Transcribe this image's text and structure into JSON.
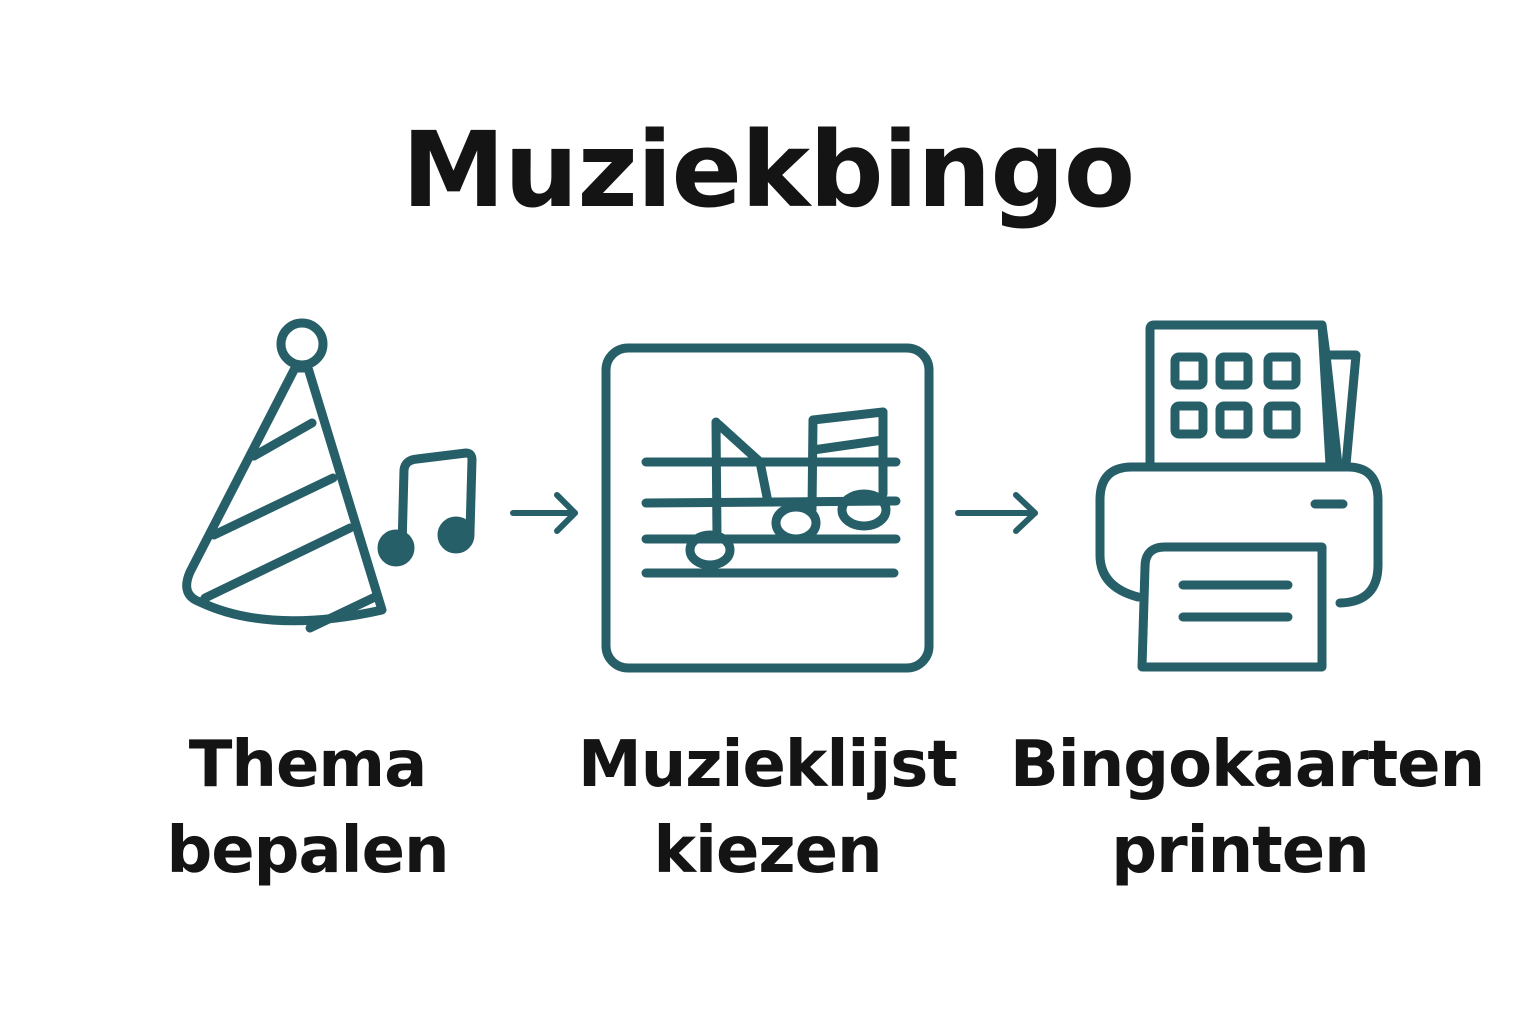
{
  "title": "Muziekbingo",
  "colors": {
    "icon_stroke": "#275F69",
    "text": "#141414",
    "background": "#FFFFFF"
  },
  "steps": [
    {
      "icon": "party-hat-music-note-icon",
      "label_line1": "Thema",
      "label_line2": "bepalen"
    },
    {
      "icon": "music-sheet-icon",
      "label_line1": "Muzieklĳst",
      "label_line2": "kiezen"
    },
    {
      "icon": "printer-bingo-card-icon",
      "label_line1": "Bingokaarten",
      "label_line2": "printen"
    }
  ],
  "connectors": [
    {
      "icon": "arrow-right-icon"
    },
    {
      "icon": "arrow-right-icon"
    }
  ]
}
